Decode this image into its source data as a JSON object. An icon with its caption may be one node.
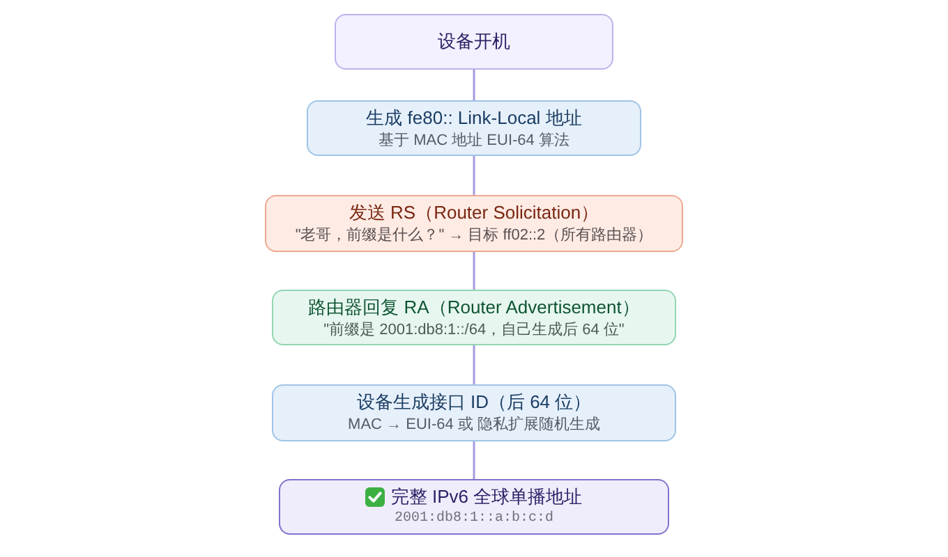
{
  "diagram": {
    "nodes": [
      {
        "text": [
          "设备开机"
        ]
      },
      {
        "text": [
          "生成 fe80:: Link-Local 地址",
          "基于 MAC 地址 EUI-64 算法"
        ]
      },
      {
        "text": [
          "发送 RS（Router Solicitation）",
          "\"老哥，前缀是什么？\" → 目标 ff02::2（所有路由器）"
        ]
      },
      {
        "text": [
          "路由器回复 RA（Router Advertisement）",
          "\"前缀是 2001:db8:1::/64，自己生成后 64 位\""
        ]
      },
      {
        "text": [
          "设备生成接口 ID（后 64 位）",
          "MAC → EUI-64 或 隐私扩展随机生成"
        ]
      },
      {
        "text": [
          "完整 IPv6 全球单播地址",
          "2001:db8:1::a:b:c:d"
        ]
      }
    ],
    "edges": [
      {
        "from": 0,
        "to": 1,
        "arrow": "none"
      },
      {
        "from": 1,
        "to": 2,
        "arrow": "none"
      },
      {
        "from": 2,
        "to": 3,
        "arrow": "none"
      },
      {
        "from": 3,
        "to": 4,
        "arrow": "none"
      },
      {
        "from": 4,
        "to": 5,
        "arrow": "none"
      }
    ]
  }
}
